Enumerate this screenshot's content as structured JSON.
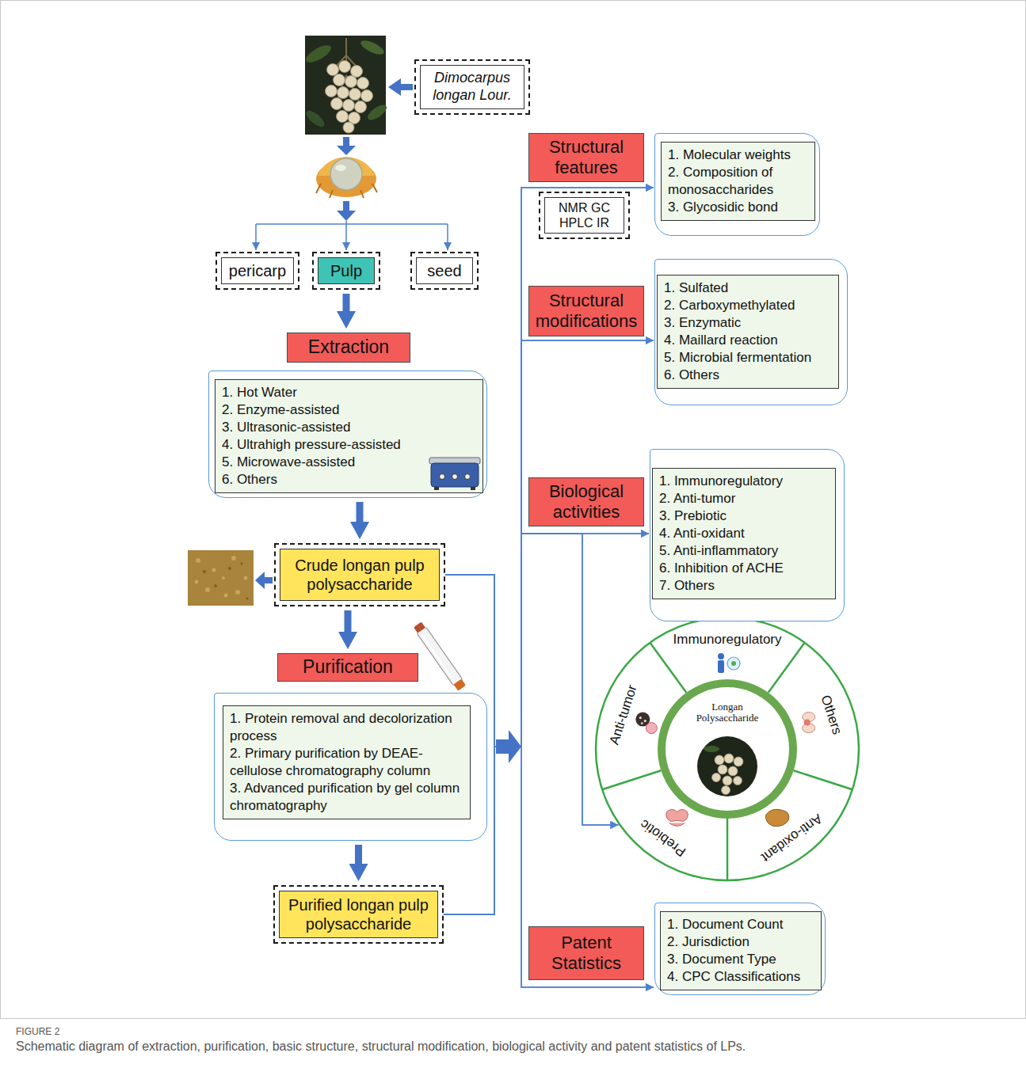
{
  "diagram": {
    "caption": "Schematic diagram of extraction, purification, basic structure, structural modification, biological activity and patent statistics of LPs.",
    "nodes": [
      {
        "text": [
          "Dimocarpus longan Lour."
        ]
      },
      {
        "text": [
          "pericarp"
        ]
      },
      {
        "text": [
          "Pulp"
        ]
      },
      {
        "text": [
          "seed"
        ]
      },
      {
        "text": [
          "Extraction"
        ]
      },
      {
        "text": [
          "1. Hot Water",
          "2. Enzyme-assisted",
          "3. Ultrasonic-assisted",
          "4. Ultrahigh pressure-assisted",
          "5. Microwave-assisted",
          "6. Others"
        ]
      },
      {
        "text": [
          "Crude longan pulp polysaccharide"
        ]
      },
      {
        "text": [
          "Purification"
        ]
      },
      {
        "text": [
          "1. Protein removal and decolorization process",
          "2. Primary purification by DEAE-cellulose chromatography column",
          "3. Advanced purification by gel column chromatography"
        ]
      },
      {
        "text": [
          "Purified longan pulp polysaccharide"
        ]
      },
      {
        "text": [
          "Structural features"
        ]
      },
      {
        "text": [
          "NMR GC HPLC IR"
        ]
      },
      {
        "text": [
          "1. Molecular weights",
          "2. Composition of monosaccharides",
          "3. Glycosidic bond"
        ]
      },
      {
        "text": [
          "Structural modifications"
        ]
      },
      {
        "text": [
          "1. Sulfated",
          "2. Carboxymethylated",
          "3. Enzymatic",
          "4. Maillard reaction",
          "5. Microbial fermentation",
          "6. Others"
        ]
      },
      {
        "text": [
          "Biological activities"
        ]
      },
      {
        "text": [
          "1. Immunoregulatory",
          "2. Anti-tumor",
          "3. Prebiotic",
          "4. Anti-oxidant",
          "5. Anti-inflammatory",
          "6. Inhibition of ACHE",
          "7. Others"
        ]
      },
      {
        "text": [
          "Immunoregulatory",
          "Others",
          "Anti-oxidant",
          "Prebiotic",
          "Anti-tumor",
          "Longan Polysaccharide"
        ]
      },
      {
        "text": [
          "Patent Statistics"
        ]
      },
      {
        "text": [
          "1. Document Count",
          "2. Jurisdiction",
          "3. Document Type",
          "4. CPC Classifications"
        ]
      }
    ],
    "edges": [
      {
        "from": 2,
        "to": 4,
        "arrow": "to"
      },
      {
        "from": 5,
        "to": 6,
        "arrow": "to"
      },
      {
        "from": 6,
        "to": 7,
        "arrow": "to"
      },
      {
        "from": 8,
        "to": 9,
        "arrow": "to"
      },
      {
        "from": 6,
        "to": 12,
        "arrow": "to"
      },
      {
        "from": 6,
        "to": 14,
        "arrow": "to"
      },
      {
        "from": 6,
        "to": 16,
        "arrow": "to"
      },
      {
        "from": 6,
        "to": 17,
        "arrow": "to"
      },
      {
        "from": 6,
        "to": 19,
        "arrow": "to"
      },
      {
        "from": 9,
        "to": 12,
        "arrow": "to"
      },
      {
        "from": 9,
        "to": 14,
        "arrow": "to"
      },
      {
        "from": 9,
        "to": 16,
        "arrow": "to"
      },
      {
        "from": 9,
        "to": 17,
        "arrow": "to"
      },
      {
        "from": 9,
        "to": 19,
        "arrow": "to"
      }
    ],
    "labels": [
      "FIGURE 2"
    ]
  }
}
